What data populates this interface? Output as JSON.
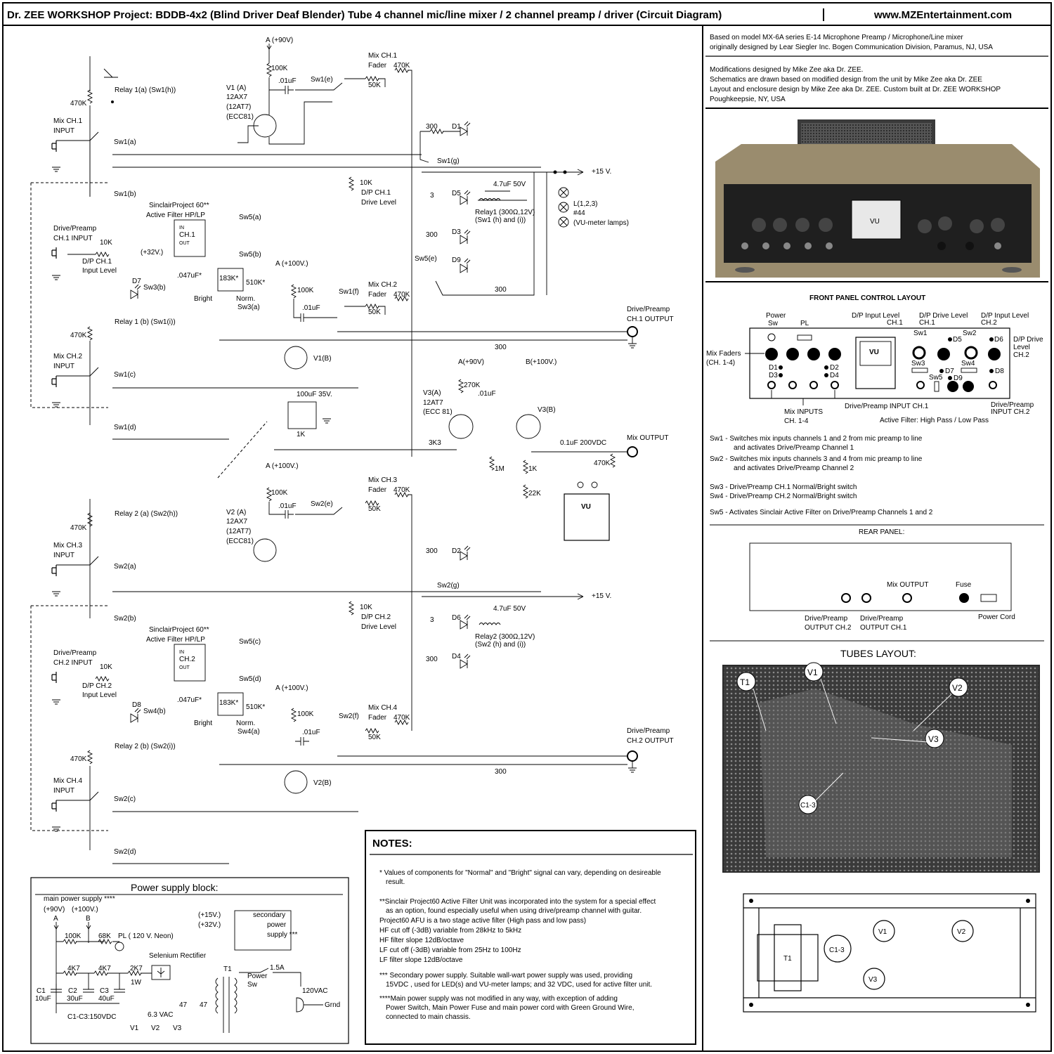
{
  "header": {
    "title": "Dr. ZEE WORKSHOP Project: BDDB-4x2 (Blind Driver Deaf Blender) Tube 4 channel mic/line mixer / 2 channel preamp / driver (Circuit Diagram)",
    "site": "www.MZEntertainment.com"
  },
  "credits": {
    "line1": "Based on model MX-6A series E-14 Microphone Preamp / Microphone/Line mixer",
    "line2": "originally designed by Lear Siegler Inc. Bogen Communication Division, Paramus, NJ, USA",
    "line3": "Modifications designed by Mike Zee aka Dr. ZEE.",
    "line4": "Schematics are drawn based on modified design from the unit by Mike Zee aka Dr. ZEE",
    "line5": "Layout and enclosure design by Mike Zee aka Dr. ZEE. Custom built at Dr. ZEE WORKSHOP",
    "line6": "Poughkeepsie, NY, USA"
  },
  "photo": {
    "vu": "VU"
  },
  "front_panel": {
    "title": "FRONT PANEL CONTROL LAYOUT",
    "power": "Power",
    "sw": "Sw",
    "pl": "PL",
    "dp_in1": "D/P Input Level",
    "ch1": "CH.1",
    "dp_drive1": "D/P Drive Level",
    "dp_in2": "D/P Input Level",
    "ch2": "CH.2",
    "dp_drive2_a": "D/P Drive",
    "dp_drive2_b": "Level",
    "dp_drive2_c": "CH.2",
    "sw1": "Sw1",
    "sw2": "Sw2",
    "sw3": "Sw3",
    "sw4": "Sw4",
    "sw5": "Sw5",
    "d1": "D1",
    "d2": "D2",
    "d3": "D3",
    "d4": "D4",
    "d5": "D5",
    "d6": "D6",
    "d7": "D7",
    "d8": "D8",
    "d9": "D9",
    "vu": "VU",
    "mix_faders": "Mix Faders",
    "mix_faders_ch": "(CH. 1-4)",
    "mix_inputs": "Mix INPUTS",
    "mix_inputs_ch": "CH. 1-4",
    "dp_input_ch1": "Drive/Preamp INPUT CH.1",
    "dp_input_ch2_a": "Drive/Preamp",
    "dp_input_ch2_b": "INPUT CH.2",
    "active_filter": "Active Filter: High Pass / Low Pass"
  },
  "switch_notes": [
    "Sw1 - Switches mix inputs channels 1 and 2 from mic preamp to line",
    "and activates Drive/Preamp Channel 1",
    "Sw2 - Switches mix inputs channels 3 and 4 from mic preamp to line",
    "and activates Drive/Preamp Channel 2",
    "Sw3 - Drive/Preamp CH.1 Normal/Bright switch",
    "Sw4 - Drive/Preamp CH.2 Normal/Bright switch",
    "Sw5 - Activates Sinclair Active Filter on Drive/Preamp Channels 1 and 2"
  ],
  "rear_panel": {
    "title": "REAR PANEL:",
    "mix_output": "Mix OUTPUT",
    "fuse": "Fuse",
    "dp_out2_a": "Drive/Preamp",
    "dp_out2_b": "OUTPUT CH.2",
    "dp_out1_a": "Drive/Preamp",
    "dp_out1_b": "OUTPUT CH.1",
    "power_cord": "Power Cord"
  },
  "tubes_layout": {
    "title": "TUBES LAYOUT:",
    "t1": "T1",
    "v1": "V1",
    "v2": "V2",
    "v3": "V3",
    "c13": "C1-3"
  },
  "notes": {
    "title": "NOTES:",
    "n1a": "* Values of components for \"Normal\" and \"Bright\" signal can vary, depending on desireable",
    "n1b": "result.",
    "n2a": "**Sinclair Project60 Active Filter Unit was incorporated into the system for a special effect",
    "n2b": "as an option, found especially useful when using drive/preamp channel with guitar.",
    "n2c": "Project60 AFU is a two stage active filter (High pass and low pass)",
    "n2d": "HF cut off (-3dB) variable from 28kHz to 5kHz",
    "n2e": "HF filter slope 12dB/octave",
    "n2f": "LF cut off (-3dB) variable from 25Hz to 100Hz",
    "n2g": "LF filter slope 12dB/octave",
    "n3a": "*** Secondary power supply. Suitable wall-wart power supply was used, providing",
    "n3b": "15VDC , used for LED(s) and VU-meter lamps; and 32 VDC, used for active filter unit.",
    "n4a": "****Main power supply was not modified in any way, with exception of adding",
    "n4b": "Power Switch, Main Power Fuse and main power cord with Green Ground Wire,",
    "n4c": "connected to main chassis."
  },
  "power_supply": {
    "title": "Power supply block:",
    "main": "main power supply ****",
    "v90": "(+90V)",
    "v100": "(+100V.)",
    "a": "A",
    "b": "B",
    "r100k": "100K",
    "r68k": "68K",
    "pl": "PL ( 120 V. Neon)",
    "sel": "Selenium Rectifier",
    "r4k7a": "4K7",
    "r4k7b": "4K7",
    "r2k7": "2K7",
    "w1": "1W",
    "c1": "C1",
    "c1v": "10uF",
    "c2": "C2",
    "c2v": "30uF",
    "c3": "C3",
    "c3v": "40uF",
    "cv": "C1-C3:150VDC",
    "t1": "T1",
    "fuse": "1.5A",
    "power_sw": "Power",
    "sw": "Sw",
    "vac120": "120VAC",
    "grnd": "Grnd",
    "vac63": "6.3 VAC",
    "r47a": "47",
    "r47b": "47",
    "v1": "V1",
    "v2": "V2",
    "v3": "V3",
    "v15": "(+15V.)",
    "v32": "(+32V.)",
    "sec1": "secondary",
    "sec2": "power",
    "sec3": "supply ***"
  },
  "schematic": {
    "a90": "A (+90V)",
    "a100a": "A (+100V.)",
    "a100b": "A (+100V.)",
    "a100c": "A (+100V.)",
    "a90b": "A(+90V)",
    "b100": "B(+100V.)",
    "r100k_1": "100K",
    "r100k_2": "100K",
    "r100k_3": "100K",
    "r100k_4": "100K",
    "c01_1": ".01uF",
    "c01_2": ".01uF",
    "c01_3": ".01uF",
    "c01_4": ".01uF",
    "c01_5": ".01uF",
    "v1a": "V1 (A)",
    "v1a_t": "12AX7",
    "v1a_t2": "(12AT7)",
    "v1a_t3": "(ECC81)",
    "v2a": "V2 (A)",
    "v2a_t": "12AX7",
    "v2a_t2": "(12AT7)",
    "v2a_t3": "(ECC81)",
    "v1b": "V1(B)",
    "v2b": "V2(B)",
    "v3a": "V3(A)",
    "v3a_t": "12AT7",
    "v3a_t2": "(ECC 81)",
    "v3b": "V3(B)",
    "relay1a": "Relay 1(a)  (Sw1(h))",
    "relay1b": "Relay 1 (b)  (Sw1(i))",
    "relay2a": "Relay 2 (a)  (Sw2(h))",
    "relay2b": "Relay 2 (b)  (Sw2(i))",
    "r470k_1": "470K",
    "r470k_2": "470K",
    "r470k_3": "470K",
    "r470k_4": "470K",
    "mixch1": "Mix CH.1",
    "mixch2": "Mix CH.2",
    "mixch3": "Mix CH.3",
    "mixch4": "Mix CH.4",
    "input": "INPUT",
    "sw1a": "Sw1(a)",
    "sw1b": "Sw1(b)",
    "sw1c": "Sw1(c)",
    "sw1d": "Sw1(d)",
    "sw1e": "Sw1(e)",
    "sw1f": "Sw1(f)",
    "sw1g": "Sw1(g)",
    "sw2a": "Sw2(a)",
    "sw2b": "Sw2(b)",
    "sw2c": "Sw2(c)",
    "sw2d": "Sw2(d)",
    "sw2e": "Sw2(e)",
    "sw2f": "Sw2(f)",
    "sw2g": "Sw2(g)",
    "sw3a": "Sw3(a)",
    "sw3b": "Sw3(b)",
    "sw4a": "Sw4(a)",
    "sw4b": "Sw4(b)",
    "sw5a": "Sw5(a)",
    "sw5b": "Sw5(b)",
    "sw5c": "Sw5(c)",
    "sw5d": "Sw5(d)",
    "sw5e": "Sw5(e)",
    "fader": "Fader",
    "r470k_f": "470K",
    "r50k": "50K",
    "dpch1_in": "Drive/Preamp",
    "dpch1_in2": "CH.1 INPUT",
    "dpch2_in2": "CH.2 INPUT",
    "r10k": "10K",
    "dp_ch1": "D/P CH.1",
    "dp_ch2": "D/P CH.2",
    "input_level": "Input Level",
    "sinclair": "SinclairProject 60**",
    "afhplp": "Active Filter HP/LP",
    "af_in": "IN",
    "af_ch1": "CH.1",
    "af_ch2": "CH.2",
    "af_out": "OUT",
    "v32": "(+32V.)",
    "c047": ".047uF*",
    "r183k": "183K*",
    "r510k": "510K*",
    "bright": "Bright",
    "norm": "Norm.",
    "d1": "D1",
    "d2": "D2",
    "d3": "D3",
    "d4": "D4",
    "d5": "D5",
    "d6": "D6",
    "d7": "D7",
    "d8": "D8",
    "d9": "D9",
    "r300": "300",
    "r3": "3",
    "c47": "4.7uF 50V",
    "relay1": "Relay1 (300Ω,12V)",
    "relay1sw": "(Sw1 (h) and (i))",
    "relay2": "Relay2 (300Ω,12V)",
    "relay2sw": "(Sw2 (h) and (i))",
    "v15": "+15 V.",
    "r10k_drive": "10K",
    "drive_level": "Drive Level",
    "lamps": "L(1,2,3)",
    "lamps2": "#44",
    "lamps3": "(VU-meter lamps)",
    "dp_out": "Drive/Preamp",
    "ch1_out": "CH.1 OUTPUT",
    "ch2_out": "CH.2 OUTPUT",
    "c100u": "100uF 35V.",
    "r1k": "1K",
    "r3k3": "3K3",
    "r270k": "270K",
    "r1m": "1M",
    "r1k_b": "1K",
    "r22k": "22K",
    "c01_200": "0.1uF 200VDC",
    "mix_out": "Mix OUTPUT",
    "r470k_out": "470K",
    "vu": "VU"
  }
}
